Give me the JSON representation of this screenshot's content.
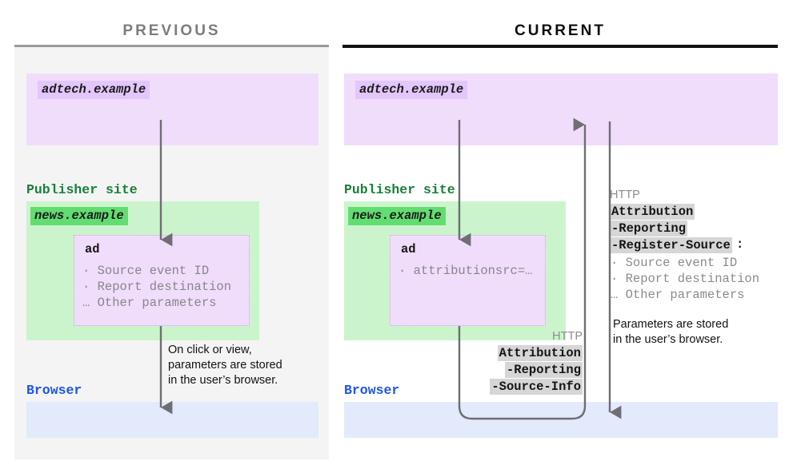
{
  "columns": {
    "previous": {
      "title": "PREVIOUS"
    },
    "current": {
      "title": "CURRENT"
    }
  },
  "colors": {
    "adtech_zone": "#f0ddfb",
    "adtech_chip": "#e3c6fb",
    "publisher_zone": "#ccf4cc",
    "publisher_chip": "#62dd72",
    "browser_zone": "#e2eafc",
    "publisher_label": "#188038",
    "browser_label": "#1a56ef",
    "panel_previous_bg": "#f4f4f4",
    "arrow": "#6e6e73",
    "muted_text": "#87878c",
    "token_highlight": "#d6d6d6",
    "title_previous": "#7c7c80",
    "title_current": "#0d0d0d"
  },
  "previous": {
    "adtech_chip": "adtech.example",
    "publisher_label": "Publisher site",
    "publisher_chip": "news.example",
    "ad_title": "ad",
    "ad_lines": "· Source event ID\n· Report destination\n… Other parameters",
    "browser_label": "Browser",
    "note": "On click or view,\nparameters are stored\nin the user’s browser."
  },
  "current": {
    "adtech_chip": "adtech.example",
    "publisher_label": "Publisher site",
    "publisher_chip": "news.example",
    "ad_title": "ad",
    "ad_lines": "· attributionsrc=…",
    "browser_label": "Browser",
    "note": "Parameters are stored\nin the user’s browser.",
    "http_request": {
      "protocol": "HTTP",
      "token_lines": [
        "Attribution",
        "-Reporting",
        "-Source-Info"
      ]
    },
    "http_response": {
      "protocol": "HTTP",
      "token_lines": [
        "Attribution",
        "-Reporting",
        "-Register-Source"
      ],
      "colon": ":",
      "bullets": "· Source event ID\n· Report destination\n… Other parameters"
    }
  }
}
